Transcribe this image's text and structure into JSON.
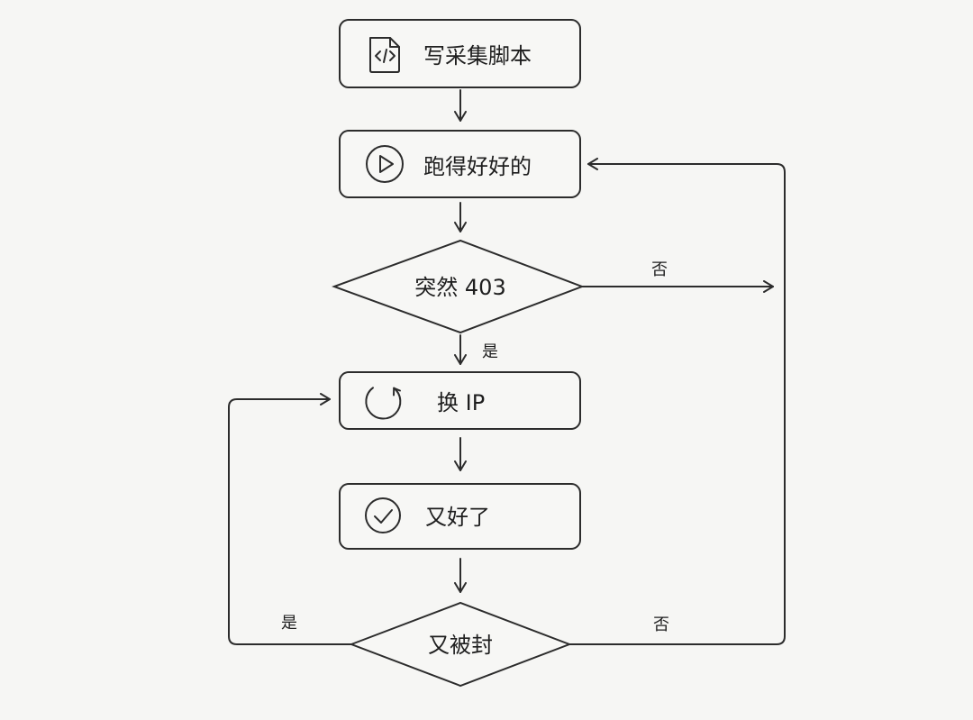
{
  "nodes": {
    "write_script": {
      "label": "写采集脚本",
      "icon": "code-file-icon"
    },
    "runs_fine": {
      "label": "跑得好好的",
      "icon": "play-icon"
    },
    "sudden_403": {
      "label": "突然 403"
    },
    "switch_ip": {
      "label": "换 IP",
      "icon": "refresh-icon"
    },
    "fine_again": {
      "label": "又好了",
      "icon": "check-circle-icon"
    },
    "blocked_again": {
      "label": "又被封"
    }
  },
  "edges": {
    "sudden_403_yes": "是",
    "sudden_403_no": "否",
    "blocked_again_yes": "是",
    "blocked_again_no": "否"
  }
}
